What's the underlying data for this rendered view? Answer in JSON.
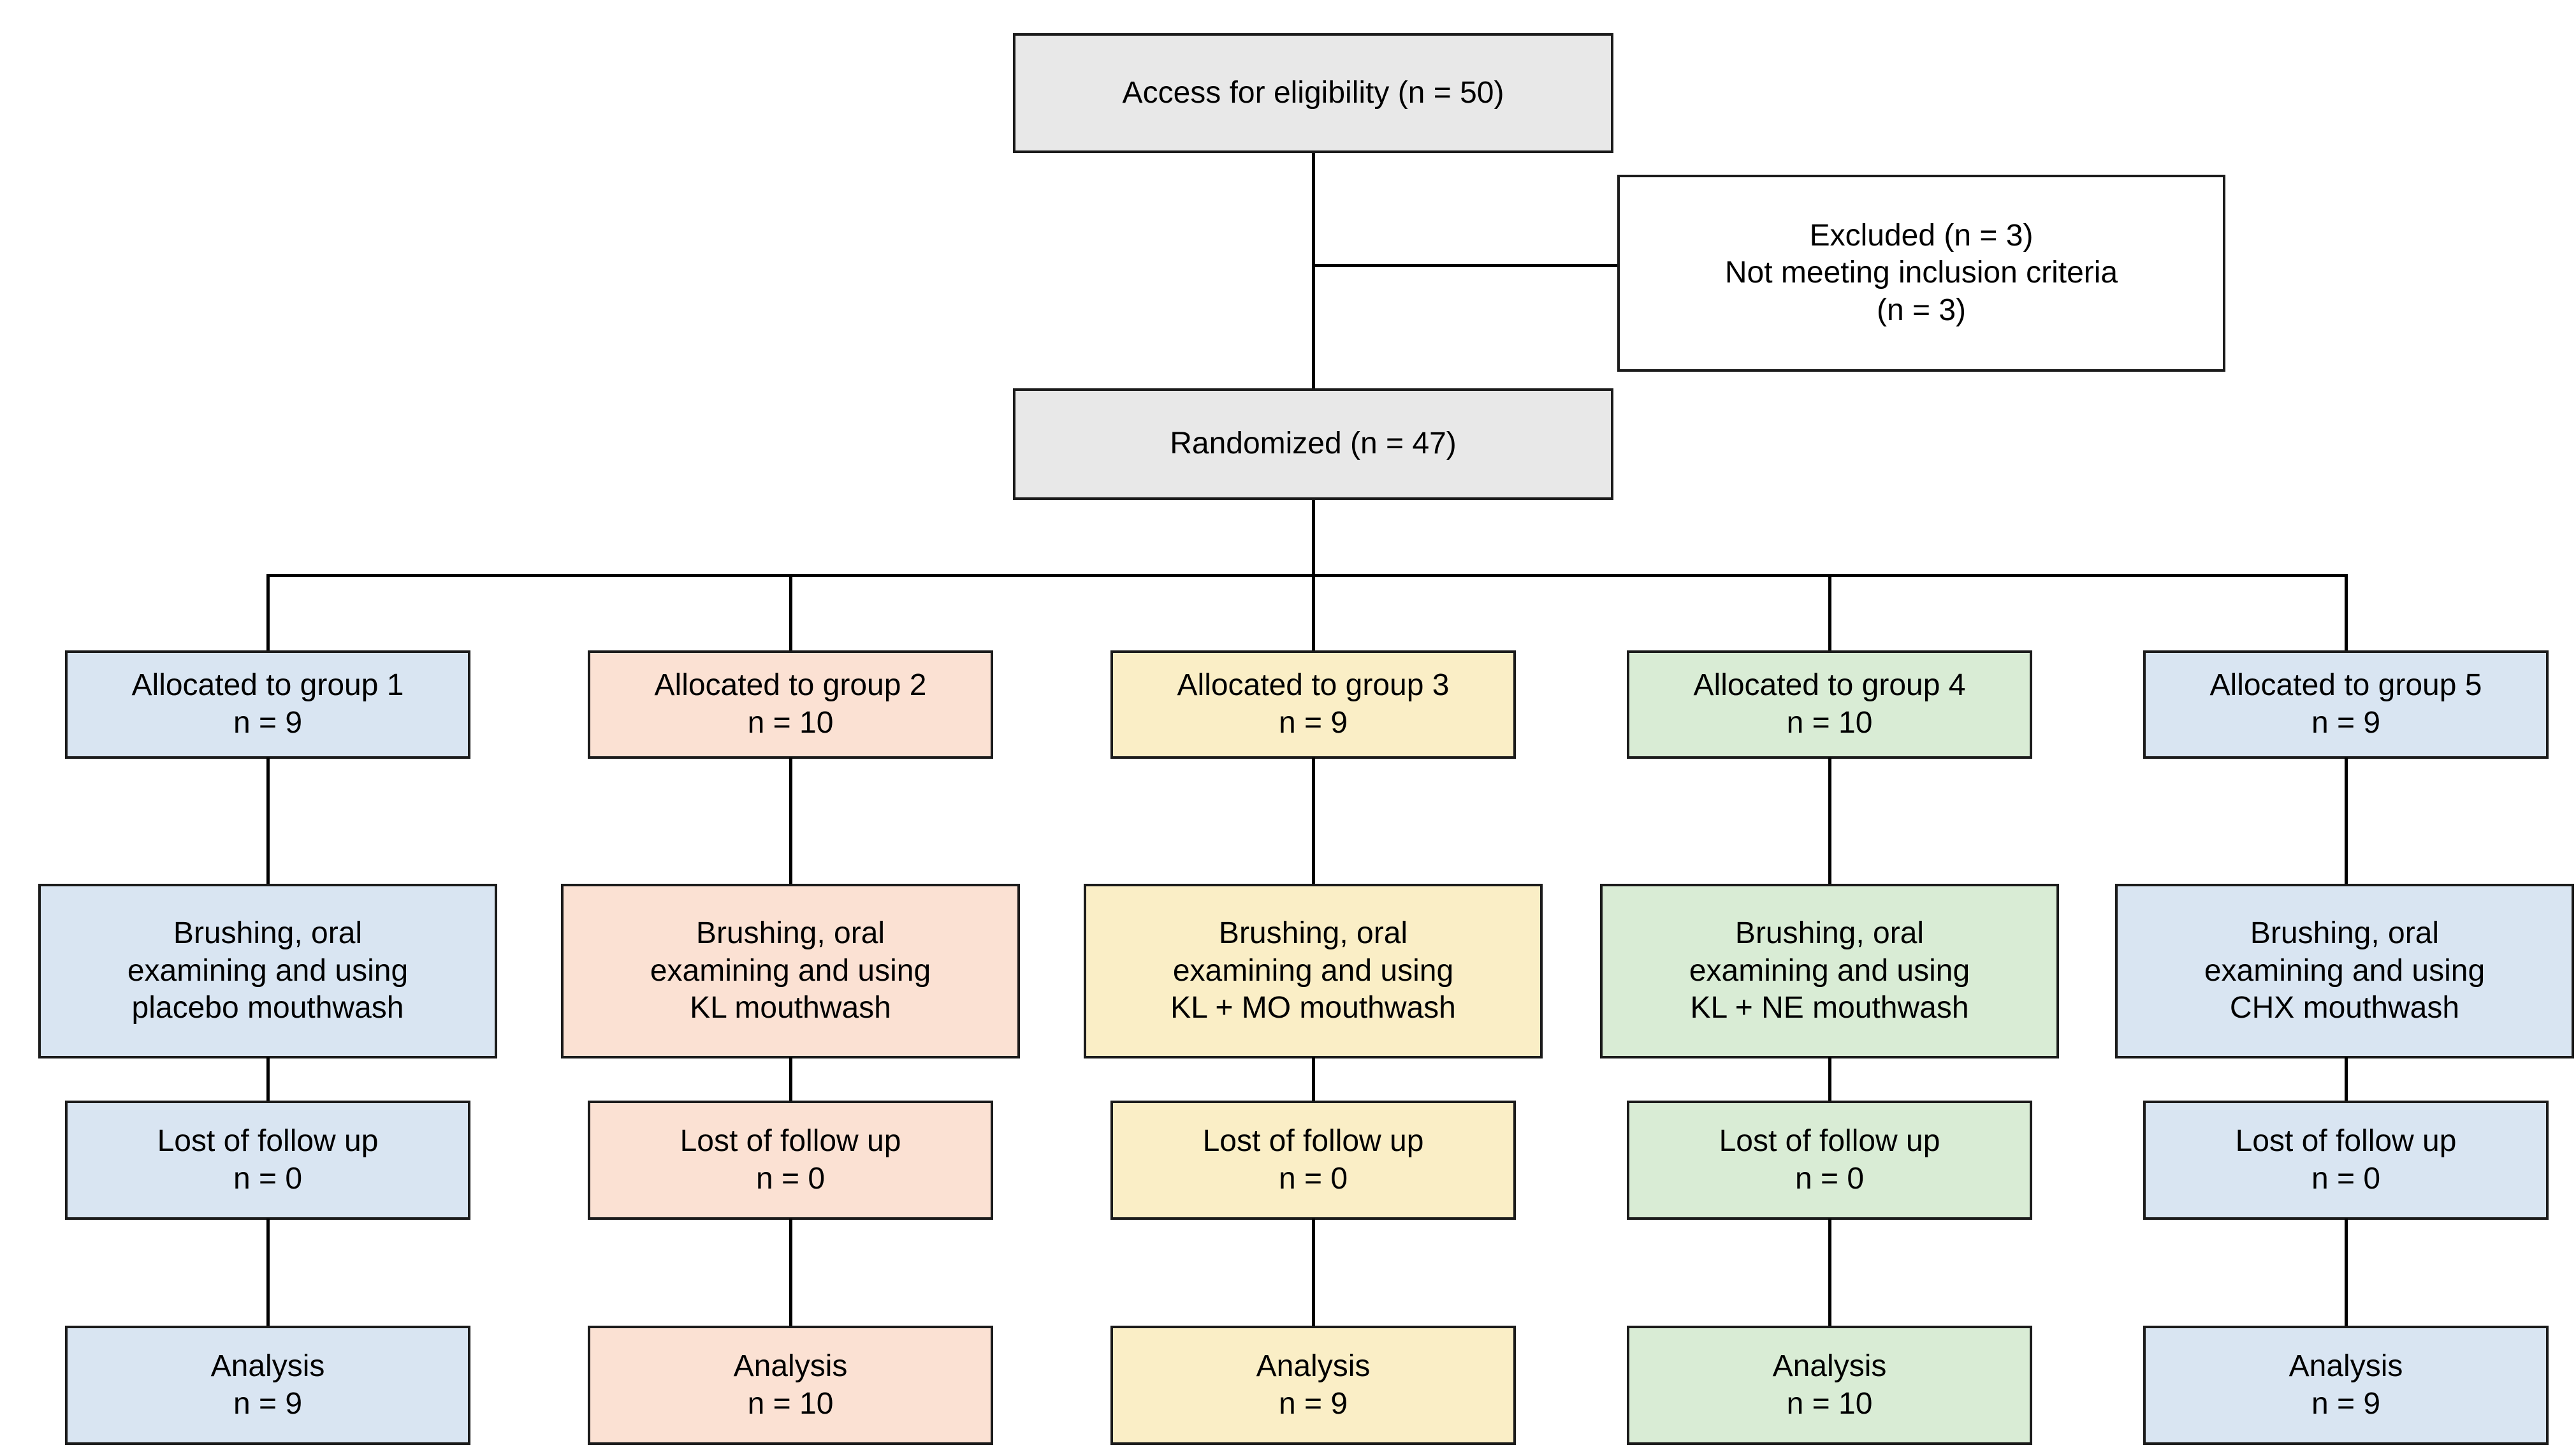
{
  "flow": {
    "eligibility": {
      "text": "Access for eligibility (n = 50)"
    },
    "excluded": {
      "lines": [
        "Excluded (n = 3)",
        "Not meeting inclusion criteria",
        "(n = 3)"
      ]
    },
    "randomized": {
      "text": "Randomized (n = 47)"
    },
    "columns": [
      {
        "fill": "#d9e5f2",
        "allocated": [
          "Allocated to group 1",
          "n = 9"
        ],
        "treatment": [
          "Brushing, oral",
          "examining and using",
          "placebo mouthwash"
        ],
        "lost": [
          "Lost of follow up",
          "n = 0"
        ],
        "analysis": [
          "Analysis",
          "n = 9"
        ]
      },
      {
        "fill": "#fbe1d3",
        "allocated": [
          "Allocated to group 2",
          "n = 10"
        ],
        "treatment": [
          "Brushing, oral",
          "examining and using",
          "KL mouthwash"
        ],
        "lost": [
          "Lost of follow up",
          "n = 0"
        ],
        "analysis": [
          "Analysis",
          "n = 10"
        ]
      },
      {
        "fill": "#faeec6",
        "allocated": [
          "Allocated to group 3",
          "n = 9"
        ],
        "treatment": [
          "Brushing, oral",
          "examining and using",
          "KL + MO mouthwash"
        ],
        "lost": [
          "Lost of follow up",
          "n = 0"
        ],
        "analysis": [
          "Analysis",
          "n = 9"
        ]
      },
      {
        "fill": "#d9ecd5",
        "allocated": [
          "Allocated to group 4",
          "n = 10"
        ],
        "treatment": [
          "Brushing, oral",
          "examining and using",
          "KL + NE mouthwash"
        ],
        "lost": [
          "Lost of follow up",
          "n = 0"
        ],
        "analysis": [
          "Analysis",
          "n = 10"
        ]
      },
      {
        "fill": "#d9e5f2",
        "allocated": [
          "Allocated to group 5",
          "n = 9"
        ],
        "treatment": [
          "Brushing, oral",
          "examining and using",
          "CHX mouthwash"
        ],
        "lost": [
          "Lost of follow up",
          "n = 0"
        ],
        "analysis": [
          "Analysis",
          "n = 9"
        ]
      }
    ],
    "colors": {
      "header_fill": "#e8e8e8",
      "excluded_fill": "#ffffff",
      "border": "#1b1b1b",
      "connector": "#000000"
    }
  }
}
